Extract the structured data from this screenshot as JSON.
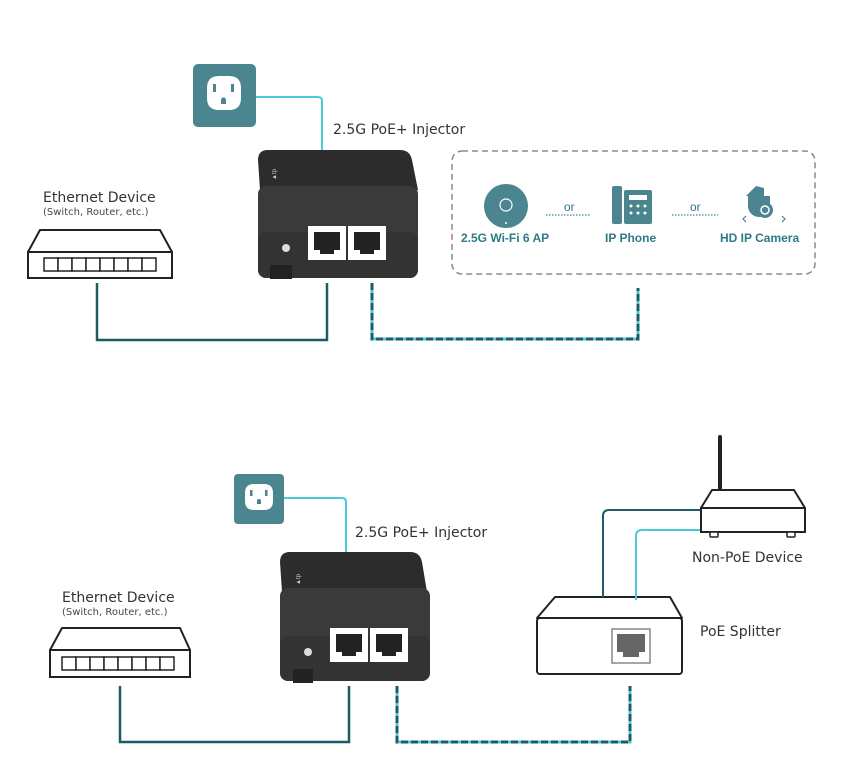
{
  "colors": {
    "teal": "#4a8590",
    "dark_teal": "#1d5c66",
    "cyan": "#4dc8d8",
    "device_dark": "#3a3a3a",
    "dashed_box": "#8a8a8a",
    "text": "#333333",
    "accent_text": "#2c7b85"
  },
  "diagram1": {
    "injector_label": "2.5G PoE+ Injector",
    "ethernet_device": {
      "title": "Ethernet Device",
      "subtitle": "(Switch, Router, etc.)"
    },
    "powered_devices": [
      {
        "label": "2.5G Wi-Fi 6 AP",
        "icon": "access-point-icon"
      },
      {
        "label": "IP Phone",
        "icon": "ip-phone-icon"
      },
      {
        "label": "HD IP Camera",
        "icon": "ip-camera-icon"
      }
    ],
    "separators": [
      "or",
      "or"
    ]
  },
  "diagram2": {
    "injector_label": "2.5G PoE+ Injector",
    "ethernet_device": {
      "title": "Ethernet Device",
      "subtitle": "(Switch, Router, etc.)"
    },
    "non_poe_device_label": "Non-PoE Device",
    "splitter_label": "PoE Splitter"
  }
}
